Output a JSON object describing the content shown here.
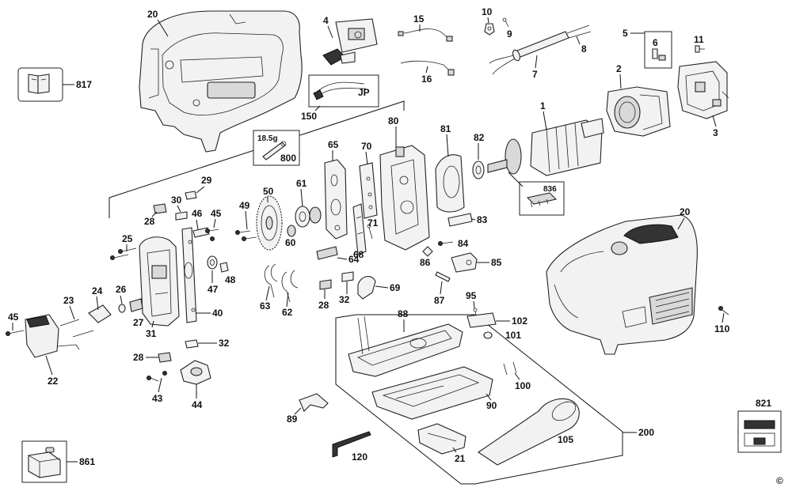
{
  "labels": {
    "l20a": "20",
    "l4": "4",
    "l15": "15",
    "l10": "10",
    "l9": "9",
    "l8": "8",
    "l7": "7",
    "l16": "16",
    "l5": "5",
    "l6": "6",
    "l11": "11",
    "l2": "2",
    "l3": "3",
    "l1": "1",
    "l817": "817",
    "l150": "150",
    "lJP": "JP",
    "l80": "80",
    "l81": "81",
    "l82": "82",
    "l65": "65",
    "l70": "70",
    "l800": "800",
    "lw185": "18.5g",
    "l836": "836",
    "l29": "29",
    "l30": "30",
    "l28a": "28",
    "l46": "46",
    "l45a": "45",
    "l50": "50",
    "l61": "61",
    "l49": "49",
    "l60": "60",
    "l71": "71",
    "l83": "83",
    "l25": "25",
    "l68": "68",
    "l84": "84",
    "l64": "64",
    "l86": "86",
    "l85": "85",
    "l48": "48",
    "l47": "47",
    "l63": "63",
    "l62": "62",
    "l28b": "28",
    "l32a": "32",
    "l69": "69",
    "l87": "87",
    "l24": "24",
    "l26": "26",
    "l23": "23",
    "l27": "27",
    "l40": "40",
    "l31": "31",
    "l95": "95",
    "l88": "88",
    "l102": "102",
    "l101": "101",
    "l45b": "45",
    "l32b": "32",
    "l22": "22",
    "l28c": "28",
    "l43": "43",
    "l44": "44",
    "l100": "100",
    "l89": "89",
    "l90": "90",
    "l105": "105",
    "l200": "200",
    "l120": "120",
    "l21": "21",
    "l20b": "20",
    "l110": "110",
    "l821": "821",
    "l861": "861",
    "copyright": "©"
  }
}
